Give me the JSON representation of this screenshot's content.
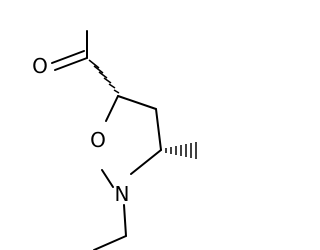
{
  "molecule": {
    "atoms": {
      "carbonyl_oxygen": {
        "element": "O",
        "label": "O"
      },
      "ring_oxygen": {
        "element": "O",
        "label": "O"
      },
      "ring_nitrogen": {
        "element": "N",
        "label": "N"
      }
    },
    "bond_color": "#000000",
    "label_color": "#000000"
  }
}
